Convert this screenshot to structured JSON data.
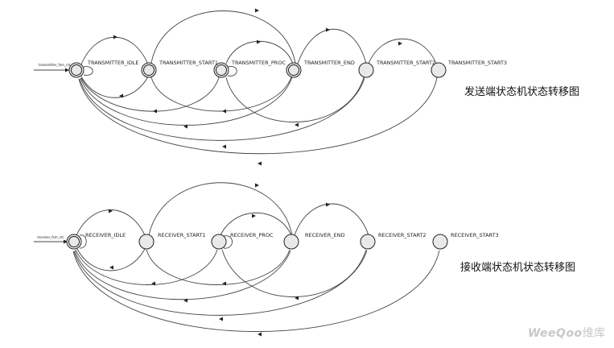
{
  "transmitter": {
    "caption": "发送端状态机状态转移图",
    "reset_signal": "transmitter_fsm_rst",
    "states": [
      "TRANSMITTER_IDLE",
      "TRANSMITTER_START1",
      "TRANSMITTER_PROC",
      "TRANSMITTER_END",
      "TRANSMITTER_START2",
      "TRANSMITTER_START3"
    ]
  },
  "receiver": {
    "caption": "接收端状态机状态转移图",
    "reset_signal": "receiver_fsm_rst",
    "states": [
      "RECEIVER_IDLE",
      "RECEIVER_START1",
      "RECEIVER_PROC",
      "RECEIVER_END",
      "RECEIVER_START2",
      "RECEIVER_START3"
    ]
  },
  "watermark": {
    "brand": "WeeQoo",
    "suffix": "维库"
  }
}
